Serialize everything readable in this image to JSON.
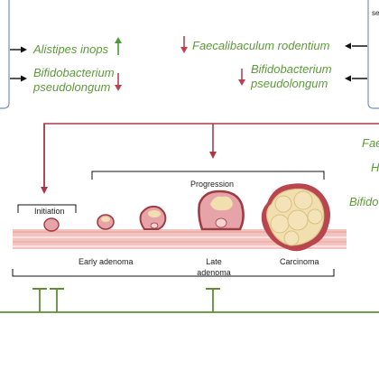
{
  "panel_left": {
    "items": [
      {
        "text": "Alistipes inops",
        "trend": "up"
      },
      {
        "text_lines": [
          "Bifidobacterium",
          "pseudolongum"
        ],
        "trend": "down"
      }
    ]
  },
  "panel_right": {
    "corner_text": "se",
    "items": [
      {
        "text": "Faecalibaculum rodentium",
        "trend": "down"
      },
      {
        "text_lines": [
          "Bifidobacterium",
          "pseudolongum"
        ],
        "trend": "down"
      }
    ]
  },
  "right_cutoff": {
    "lines": [
      "Fae",
      "H",
      "Bifido"
    ]
  },
  "stages": {
    "initiation": "Initiation",
    "progression": "Progression",
    "early_adenoma": "Early adenoma",
    "late_adenoma_lines": [
      "Late",
      "adenoma"
    ],
    "carcinoma": "Carcinoma"
  },
  "colors": {
    "text_green": "#5c9a3a",
    "arrow_up": "#4c9a3b",
    "arrow_down": "#b8434e",
    "connector_red": "#a83a46",
    "inhibition_green": "#5e8f34",
    "panel_border": "#7b8fb8",
    "tissue_pink": "#f3c4bf",
    "tumor_outline": "#9e3c44",
    "tumor_fill": "#e6a4a8",
    "tumor_core": "#f1dfb0"
  }
}
